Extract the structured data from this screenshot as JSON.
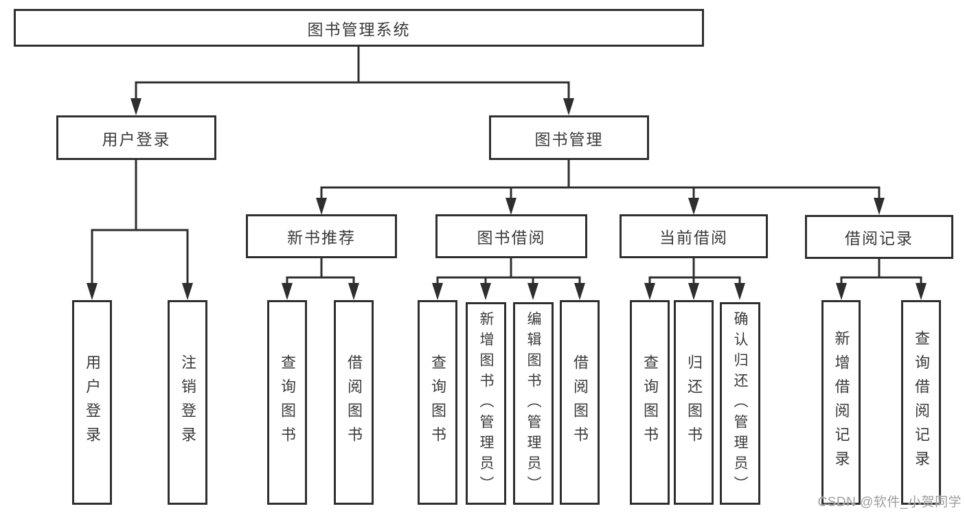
{
  "diagram": {
    "type": "hierarchy-tree",
    "colors": {
      "line": "#2e2e2e",
      "box_border": "#2e2e2e",
      "box_fill": "#ffffff",
      "text": "#3a3a3a",
      "watermark": "#9d9d9d"
    },
    "tree": {
      "root": {
        "label": "图书管理系统"
      },
      "branches": [
        {
          "label": "用户登录",
          "children": [
            {
              "label": "用户登录"
            },
            {
              "label": "注销登录"
            }
          ]
        },
        {
          "label": "图书管理",
          "children": [
            {
              "label": "新书推荐",
              "children": [
                {
                  "label": "查询图书"
                },
                {
                  "label": "借阅图书"
                }
              ]
            },
            {
              "label": "图书借阅",
              "children": [
                {
                  "label": "查询图书"
                },
                {
                  "label": "新增图书（管理员）"
                },
                {
                  "label": "编辑图书（管理员）"
                },
                {
                  "label": "借阅图书"
                }
              ]
            },
            {
              "label": "当前借阅",
              "children": [
                {
                  "label": "查询图书"
                },
                {
                  "label": "归还图书"
                },
                {
                  "label": "确认归还（管理员）"
                }
              ]
            },
            {
              "label": "借阅记录",
              "children": [
                {
                  "label": "新增借阅记录"
                },
                {
                  "label": "查询借阅记录"
                }
              ]
            }
          ]
        }
      ]
    },
    "watermark": "CSDN @软件_小贺同学"
  }
}
